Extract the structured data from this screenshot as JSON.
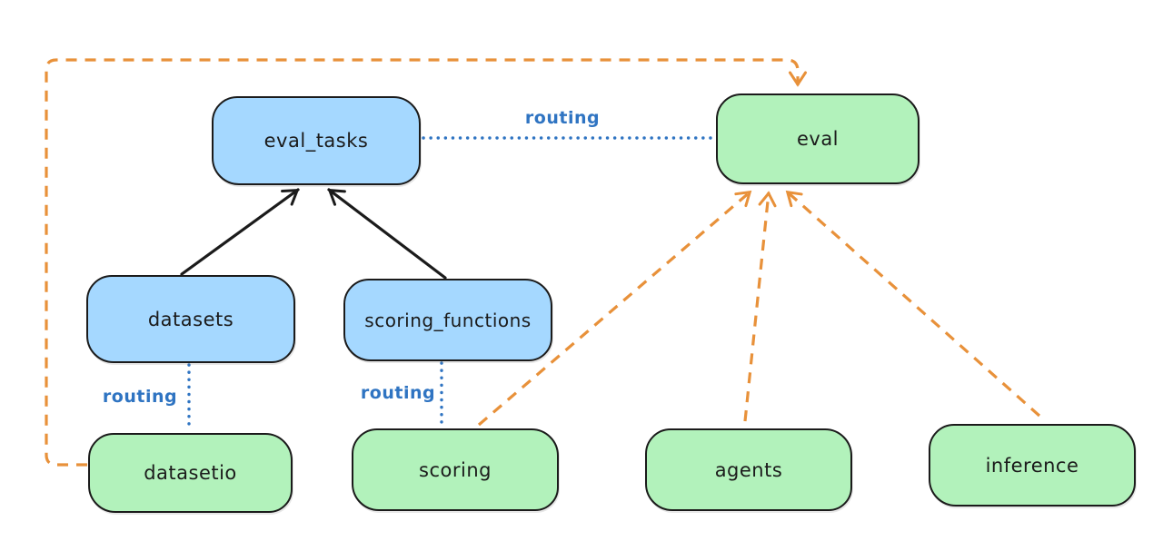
{
  "diagram": {
    "style": "excalidraw-hand-drawn",
    "background": "#ffffff",
    "colors": {
      "registry_fill_blue": "#a5d8ff",
      "api_fill_green": "#b2f2bb",
      "node_stroke": "#1b1b1b",
      "routing_blue": "#2f74c2",
      "dependency_orange": "#e8913a",
      "solid_arrow_black": "#1b1b1b"
    },
    "nodes": [
      {
        "id": "eval_tasks",
        "label": "eval_tasks",
        "color": "blue"
      },
      {
        "id": "eval",
        "label": "eval",
        "color": "green"
      },
      {
        "id": "datasets",
        "label": "datasets",
        "color": "blue"
      },
      {
        "id": "scoring_functions",
        "label": "scoring_functions",
        "color": "blue"
      },
      {
        "id": "datasetio",
        "label": "datasetio",
        "color": "green"
      },
      {
        "id": "scoring",
        "label": "scoring",
        "color": "green"
      },
      {
        "id": "agents",
        "label": "agents",
        "color": "green"
      },
      {
        "id": "inference",
        "label": "inference",
        "color": "green"
      }
    ],
    "edges": [
      {
        "from": "datasets",
        "to": "eval_tasks",
        "type": "solid-arrow",
        "color": "black",
        "label": ""
      },
      {
        "from": "scoring_functions",
        "to": "eval_tasks",
        "type": "solid-arrow",
        "color": "black",
        "label": ""
      },
      {
        "from": "eval_tasks",
        "to": "eval",
        "type": "dotted-line",
        "color": "blue",
        "label": "routing"
      },
      {
        "from": "datasets",
        "to": "datasetio",
        "type": "dotted-line",
        "color": "blue",
        "label": "routing"
      },
      {
        "from": "scoring_functions",
        "to": "scoring",
        "type": "dotted-line",
        "color": "blue",
        "label": "routing"
      },
      {
        "from": "datasetio",
        "to": "eval",
        "type": "dashed-arrow",
        "color": "orange",
        "label": ""
      },
      {
        "from": "scoring",
        "to": "eval",
        "type": "dashed-arrow",
        "color": "orange",
        "label": ""
      },
      {
        "from": "agents",
        "to": "eval",
        "type": "dashed-arrow",
        "color": "orange",
        "label": ""
      },
      {
        "from": "inference",
        "to": "eval",
        "type": "dashed-arrow",
        "color": "orange",
        "label": ""
      }
    ]
  }
}
